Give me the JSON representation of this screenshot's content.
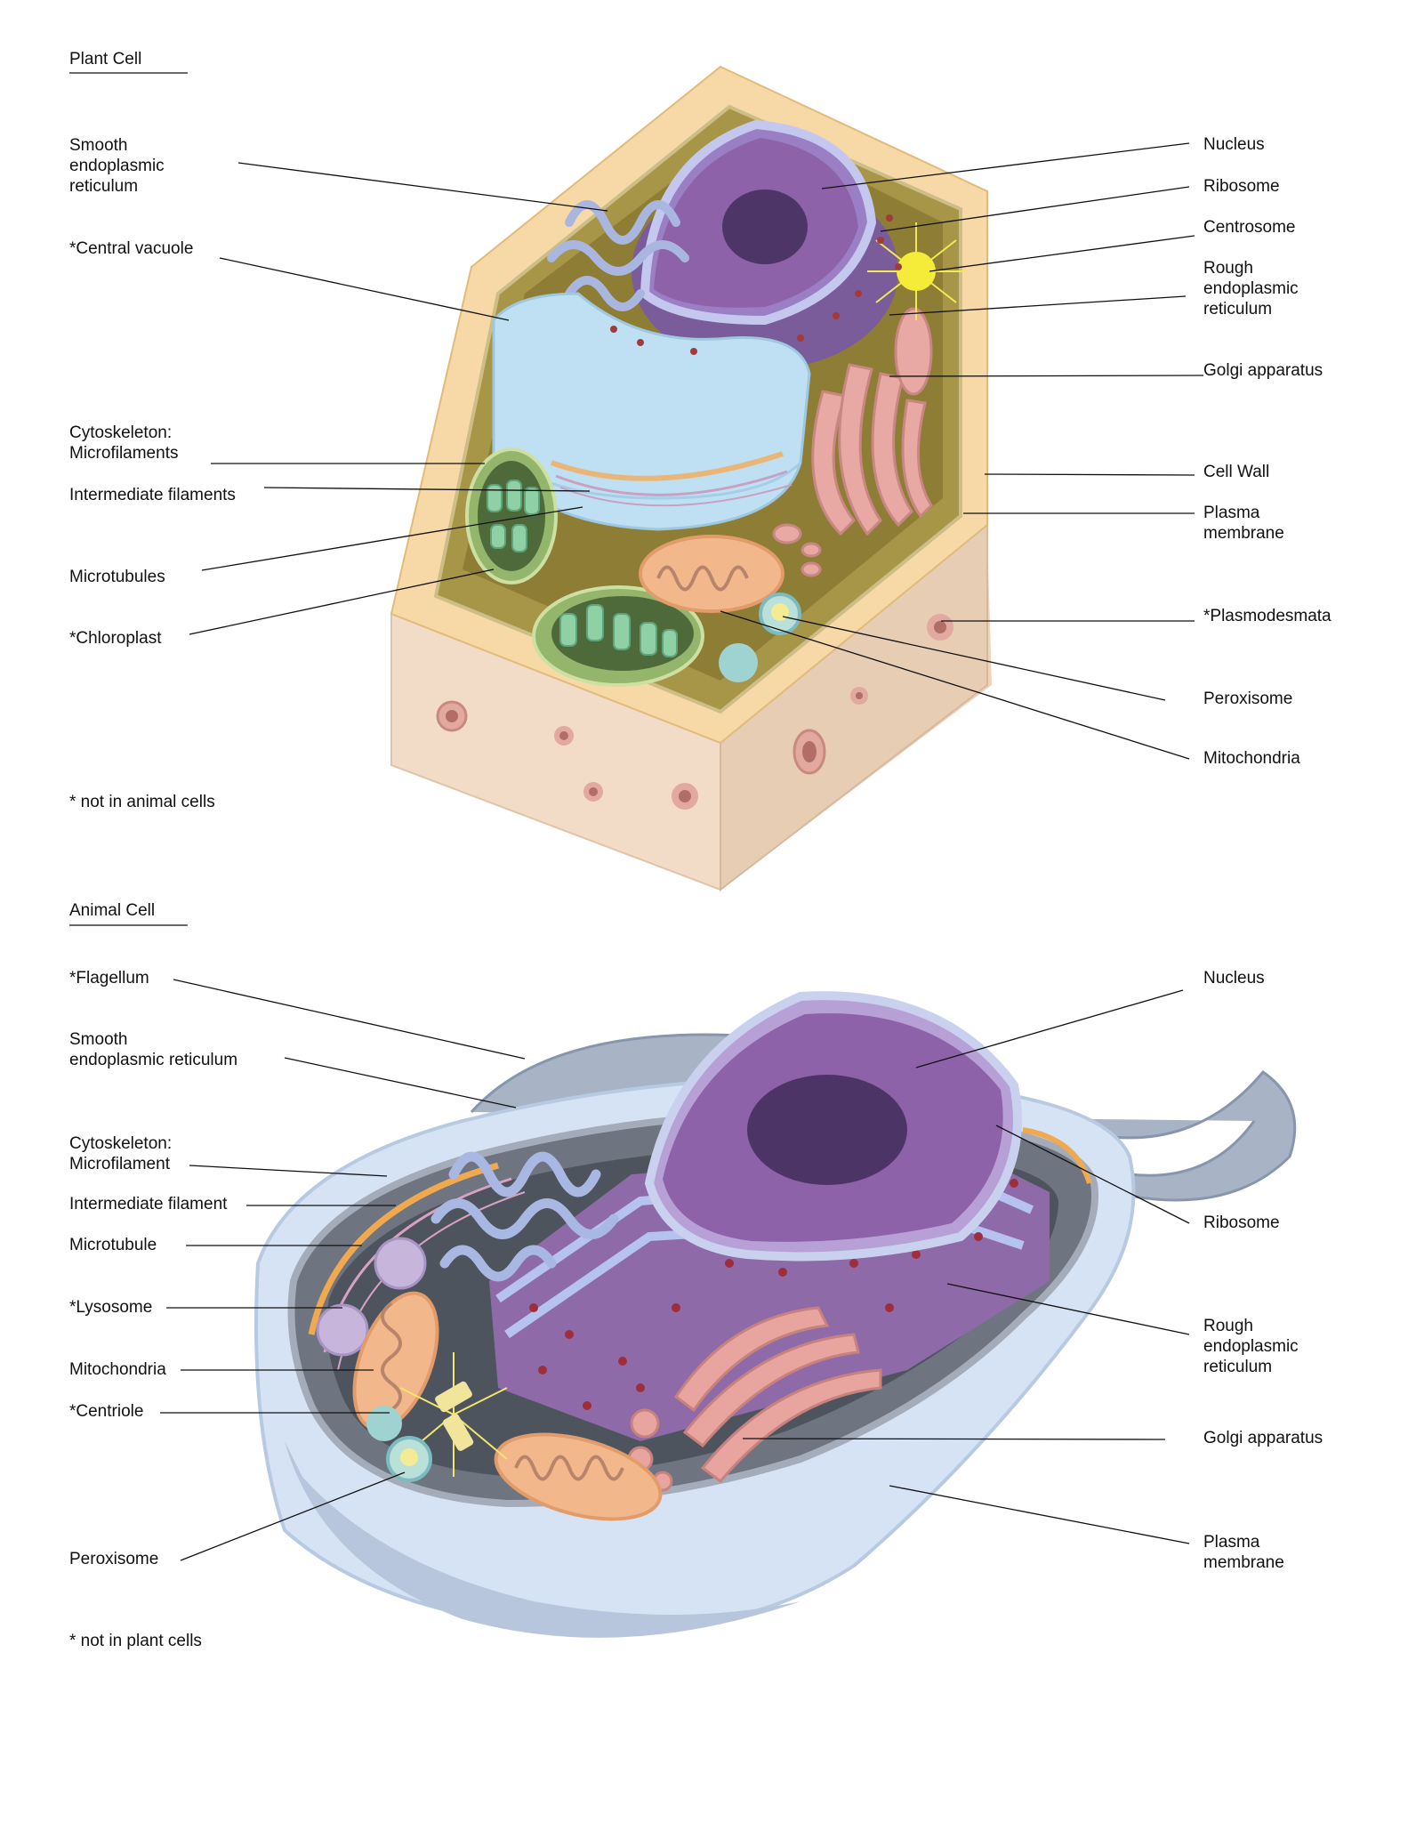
{
  "plant": {
    "title": "Plant Cell",
    "footnote": "* not in animal cells",
    "labels_left": [
      "Smooth\nendoplasmic\nreticulum",
      "*Central vacuole",
      "Cytoskeleton:\nMicrofilaments",
      "Intermediate filaments",
      "Microtubules",
      "*Chloroplast"
    ],
    "labels_right": [
      "Nucleus",
      "Ribosome",
      "Centrosome",
      "Rough\nendoplasmic\nreticulum",
      "Golgi apparatus",
      "Cell Wall",
      "Plasma\nmembrane",
      "*Plasmodesmata",
      "Peroxisome",
      "Mitochondria"
    ]
  },
  "animal": {
    "title": "Animal Cell",
    "footnote": "* not in plant cells",
    "labels_left": [
      "*Flagellum",
      "Smooth\nendoplasmic reticulum",
      "Cytoskeleton:\nMicrofilament",
      "Intermediate filament",
      "Microtubule",
      "*Lysosome",
      "Mitochondria",
      "*Centriole",
      "Peroxisome"
    ],
    "labels_right": [
      "Nucleus",
      "Ribosome",
      "Rough\nendoplasmic\nreticulum",
      "Golgi apparatus",
      "Plasma\nmembrane"
    ]
  }
}
